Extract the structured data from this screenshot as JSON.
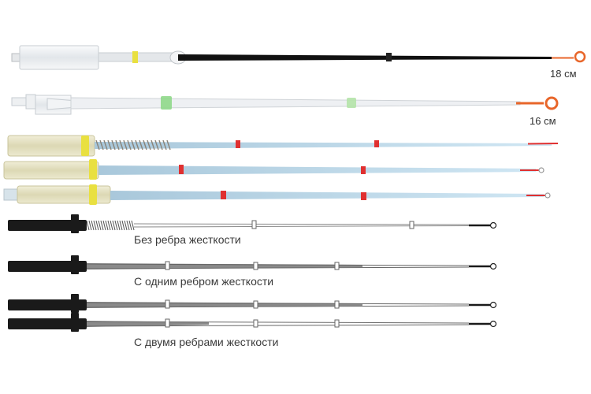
{
  "labels": {
    "length_18": "18 см",
    "length_16": "16 см",
    "no_rib": "Без ребра жесткости",
    "one_rib": "С одним ребром жесткости",
    "two_ribs": "С двумя ребрами жесткости"
  },
  "colors": {
    "handle_white": "#eceff1",
    "rod_black": "#111111",
    "tip_orange": "#e8662a",
    "band_yellow": "#e9e040",
    "band_green": "#8fd88a",
    "cork_handle": "#e6e2c4",
    "rod_blue": "#b9d8ea",
    "marker_red": "#e03030",
    "diagram_dark": "#1a1a1a",
    "diagram_gray": "#8a8a8a"
  }
}
